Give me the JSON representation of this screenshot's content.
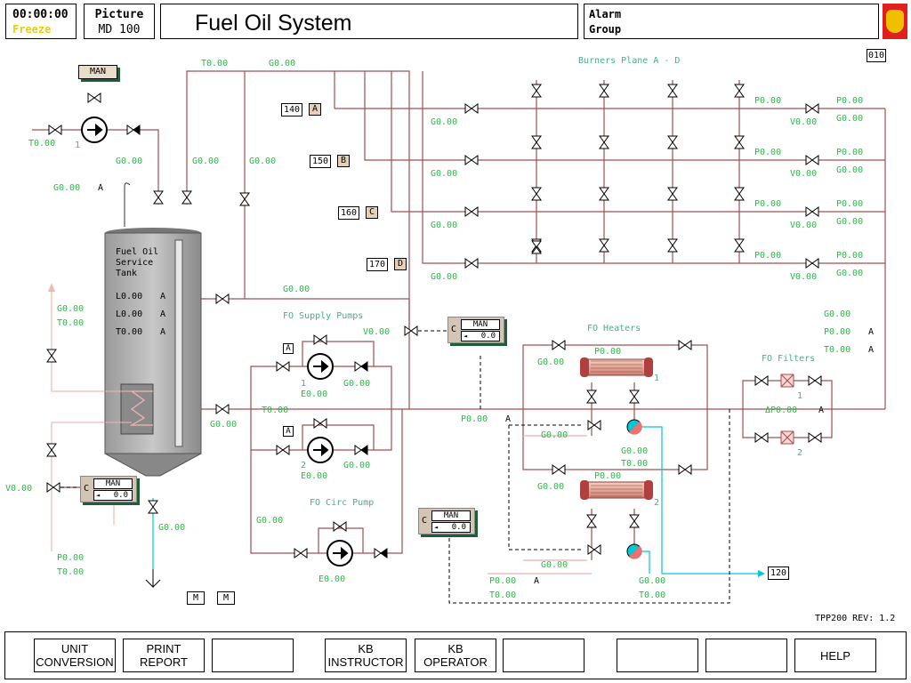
{
  "header": {
    "clock": "00:00:00",
    "freeze": "Freeze",
    "picture_line1": "Picture",
    "picture_line2": "MD 100",
    "title": "Fuel Oil System",
    "alarm_line1": "Alarm",
    "alarm_line2": "Group"
  },
  "switchboxes": {
    "sw010": "010",
    "sw140": "140",
    "sw150": "150",
    "sw160": "160",
    "sw170": "170",
    "sw120": "120"
  },
  "plane_buttons": {
    "a": "A",
    "b": "B",
    "c": "C",
    "d": "D"
  },
  "man_label": "MAN",
  "controllers": {
    "tank": {
      "c": "C",
      "mode": "MAN",
      "value": "0.0"
    },
    "supply": {
      "c": "C",
      "mode": "MAN",
      "value": "0.0"
    },
    "heater": {
      "c": "C",
      "mode": "MAN",
      "value": "0.0"
    }
  },
  "tank": {
    "name_lines": [
      "Fuel Oil",
      "Service",
      "Tank"
    ],
    "level": "L0.00",
    "level2": "L0.00",
    "temp": "T0.00",
    "flag": "A"
  },
  "section_titles": {
    "burners": "Burners Plane A - D",
    "supply_pumps": "FO Supply Pumps",
    "circ_pump": "FO Circ Pump",
    "heaters": "FO Heaters",
    "filters": "FO Filters"
  },
  "unit_labels": {
    "one": "1",
    "two": "2"
  },
  "values": {
    "t_in": "T0.00",
    "g_pump_out": "G0.00",
    "g_vent": "G0.00",
    "vent_flag": "A",
    "t_top": "T0.00",
    "g_top": "G0.00",
    "g_line1": "G0.00",
    "g_line2": "G0.00",
    "g_left_up": "G0.00",
    "t_left_up": "T0.00",
    "v_left": "V0.00",
    "g_drain": "G0.00",
    "p_bottom": "P0.00",
    "t_bottom": "T0.00",
    "g_return": "G0.00",
    "v_supply": "V0.00",
    "t_suction": "T0.00",
    "g_suction": "G0.00",
    "e_pump1": "E0.00",
    "g_pump1": "G0.00",
    "e_pump2": "E0.00",
    "g_pump2": "G0.00",
    "g_circ": "G0.00",
    "e_circ": "E0.00",
    "p_header": "P0.00",
    "p_header_flag": "A",
    "g_heater1_in": "G0.00",
    "p_heater1": "P0.00",
    "g_mid1": "G0.00",
    "g_heater1_out": "G0.00",
    "t_heater1_out": "T0.00",
    "g_heater2_in": "G0.00",
    "p_heater2": "P0.00",
    "g_mid2": "G0.00",
    "g_heater2_out": "G0.00",
    "t_heater2_out": "T0.00",
    "p_steam": "P0.00",
    "p_steam_flag": "A",
    "t_steam": "T0.00",
    "dp_filter": "ΔP0.00",
    "dp_flag": "A",
    "g_out": "G0.00",
    "p_out": "P0.00",
    "p_out_flag": "A",
    "t_out": "T0.00",
    "t_out_flag": "A"
  },
  "burners": [
    {
      "g": "G0.00",
      "p": "P0.00",
      "v": "V0.00",
      "p2": "P0.00",
      "g2": "G0.00"
    },
    {
      "g": "G0.00",
      "p": "P0.00",
      "v": "V0.00",
      "p2": "P0.00",
      "g2": "G0.00"
    },
    {
      "g": "G0.00",
      "p": "P0.00",
      "v": "V0.00",
      "p2": "P0.00",
      "g2": "G0.00"
    },
    {
      "g": "G0.00",
      "p": "P0.00",
      "v": "V0.00",
      "p2": "P0.00",
      "g2": "G0.00"
    }
  ],
  "m_buttons": [
    "M",
    "M"
  ],
  "revision": "TPP200  REV: 1.2",
  "function_keys": [
    {
      "l1": "UNIT",
      "l2": "CONVERSION"
    },
    {
      "l1": "PRINT",
      "l2": "REPORT"
    },
    {
      "l1": "",
      "l2": ""
    },
    {
      "l1": "KB",
      "l2": "INSTRUCTOR"
    },
    {
      "l1": "KB",
      "l2": "OPERATOR"
    },
    {
      "l1": "",
      "l2": ""
    },
    {
      "l1": "",
      "l2": ""
    },
    {
      "l1": "",
      "l2": ""
    },
    {
      "l1": "HELP",
      "l2": ""
    }
  ],
  "colors": {
    "pipe": "#a05050",
    "value": "#20c040",
    "label": "#40b090",
    "steam": "#00c8d8"
  }
}
